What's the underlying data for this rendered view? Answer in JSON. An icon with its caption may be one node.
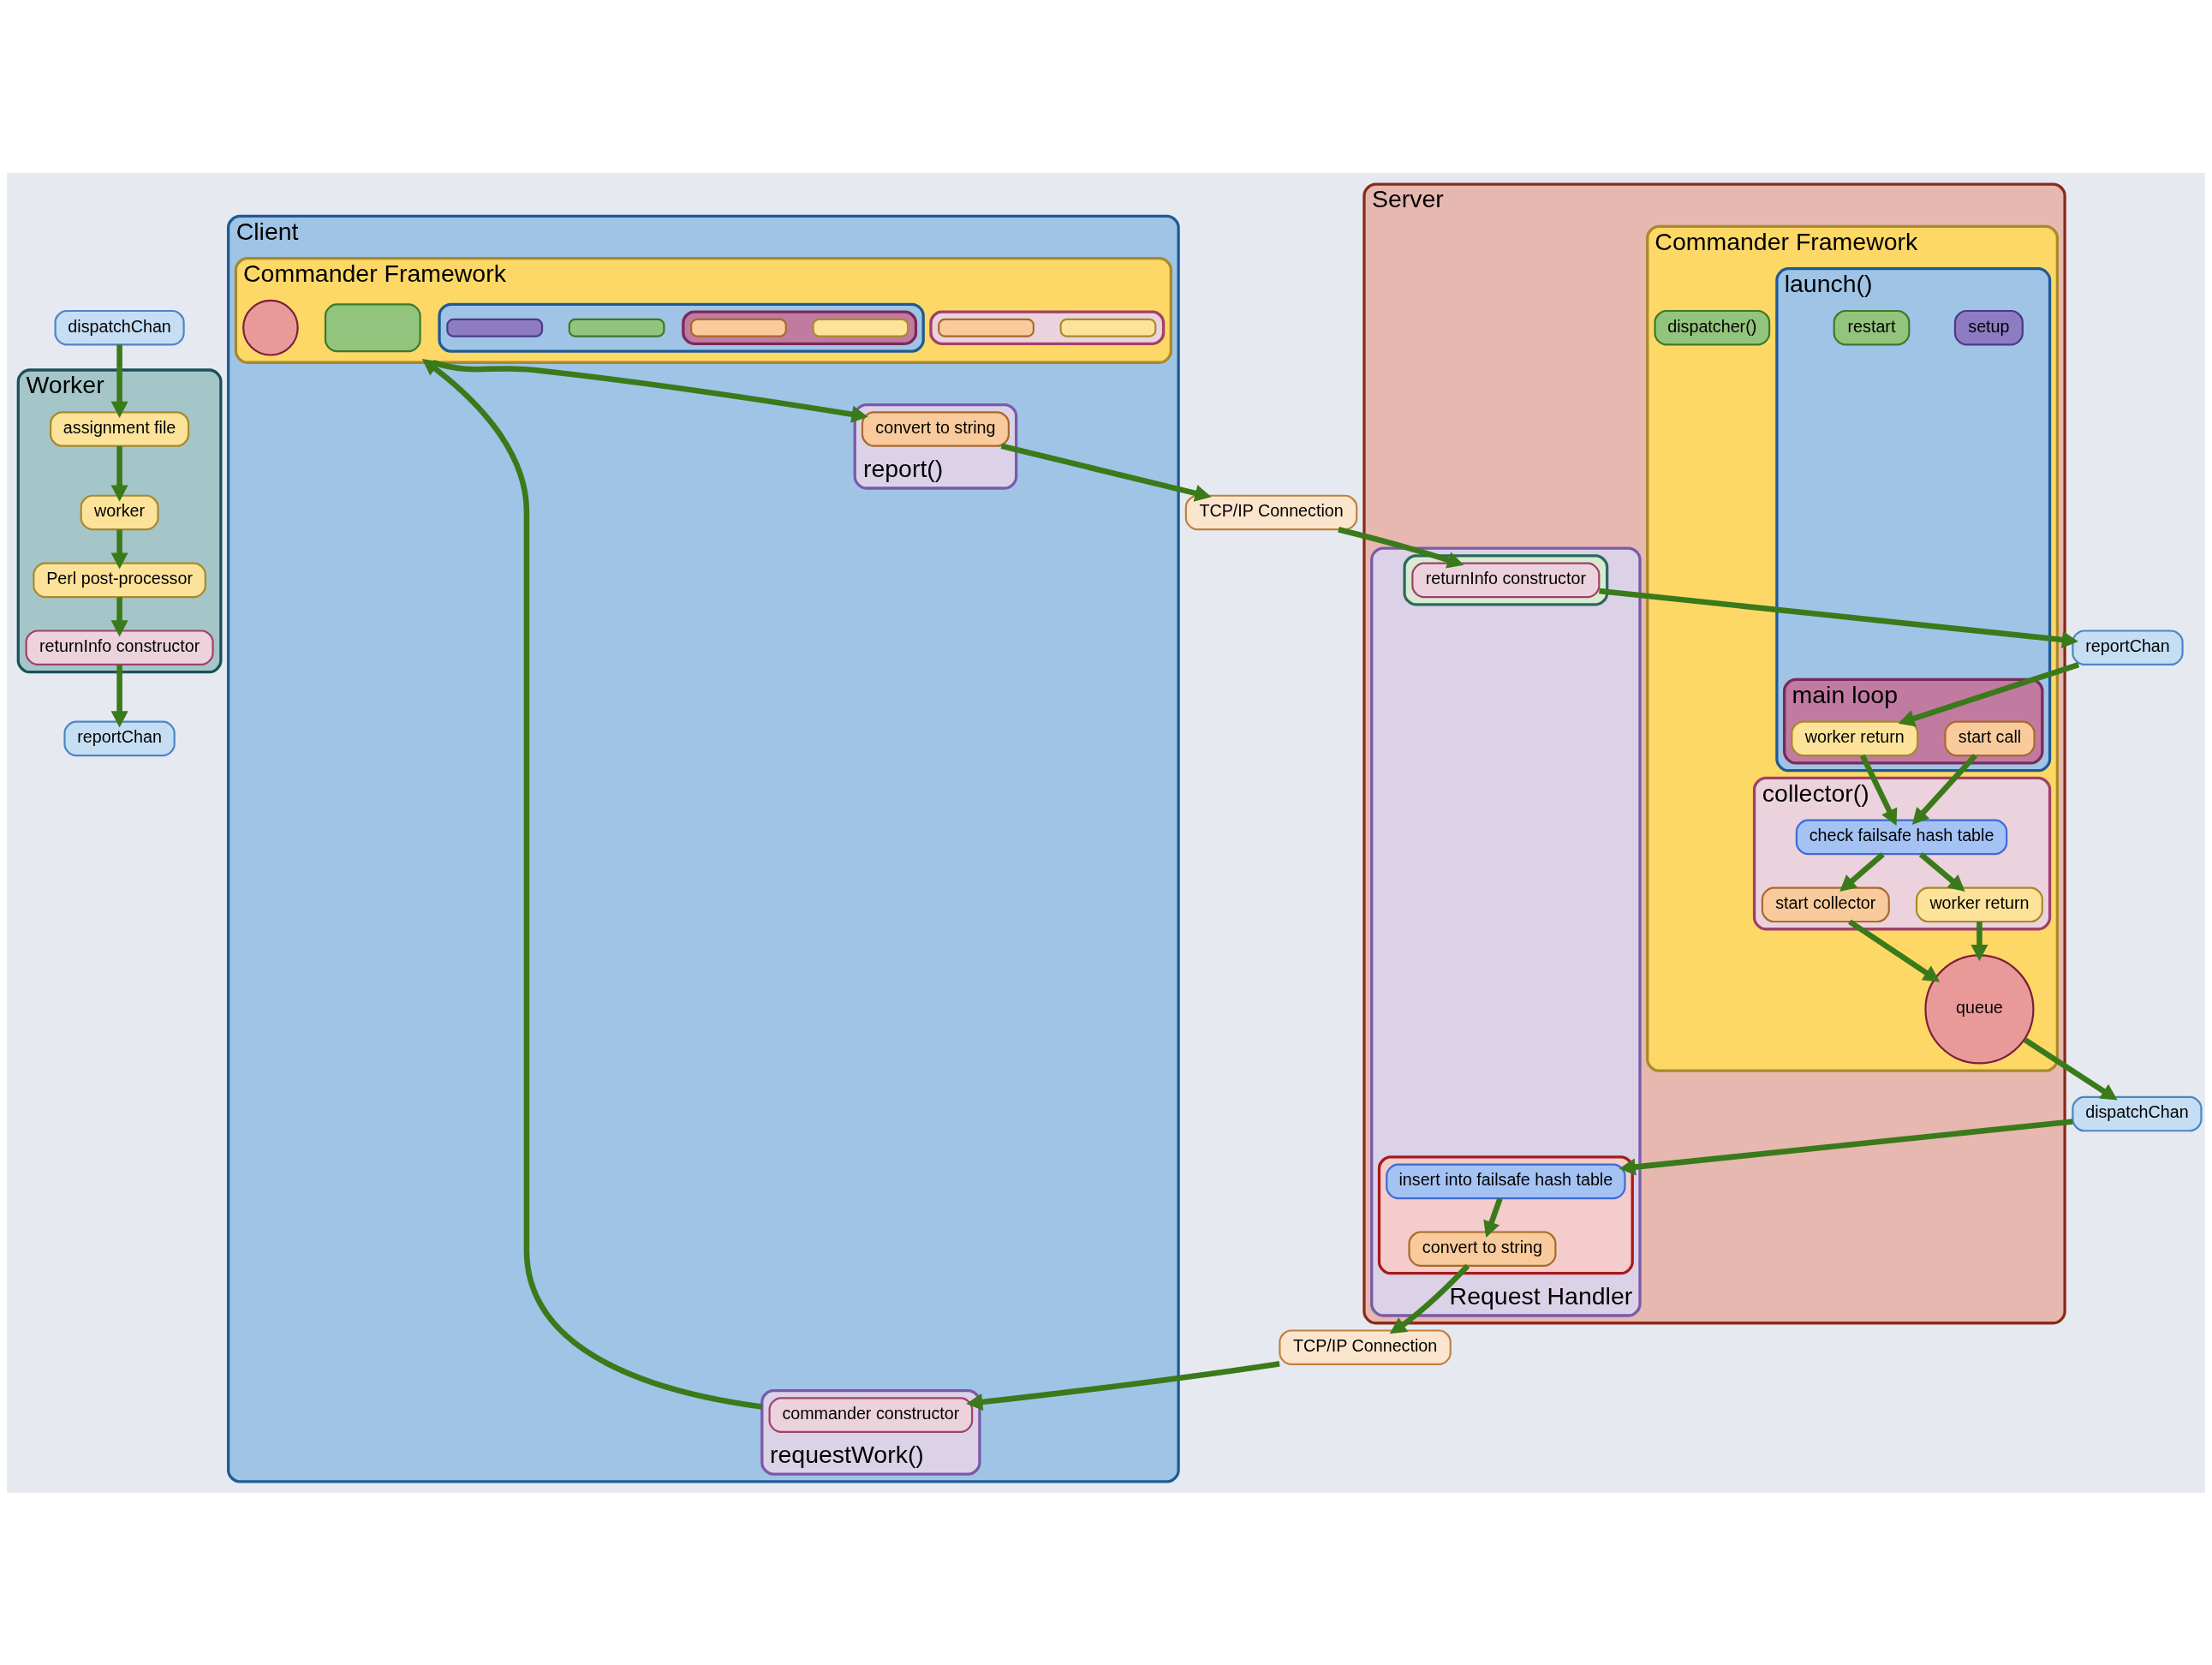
{
  "diagram": {
    "nodes": [
      {
        "text": [
          "Worker"
        ]
      },
      {
        "text": [
          "assignment file"
        ],
        "in": 0
      },
      {
        "text": [
          "worker"
        ],
        "in": 0
      },
      {
        "text": [
          "Perl post-processor"
        ],
        "in": 0
      },
      {
        "text": [
          "returnInfo constructor"
        ],
        "in": 0
      },
      {
        "text": [
          "dispatchChan"
        ]
      },
      {
        "text": [
          "reportChan"
        ]
      },
      {
        "text": [
          "Client"
        ]
      },
      {
        "text": [
          "Commander Framework"
        ],
        "in": 7
      },
      {
        "text": [],
        "shape": "box",
        "in": 8
      },
      {
        "text": [],
        "shape": "circle",
        "in": 8
      },
      {
        "text": [],
        "shape": "box",
        "in": 8
      },
      {
        "text": [],
        "shape": "bar",
        "in": 11
      },
      {
        "text": [],
        "shape": "bar",
        "in": 11
      },
      {
        "text": [],
        "shape": "box",
        "in": 8
      },
      {
        "text": [],
        "shape": "box",
        "in": 14
      },
      {
        "text": [],
        "shape": "bar",
        "in": 15
      },
      {
        "text": [],
        "shape": "bar",
        "in": 15
      },
      {
        "text": [],
        "shape": "bar",
        "in": 14
      },
      {
        "text": [],
        "shape": "bar",
        "in": 14
      },
      {
        "text": [
          "report()"
        ],
        "in": 7
      },
      {
        "text": [
          "convert to string"
        ],
        "in": 20
      },
      {
        "text": [
          "requestWork()"
        ],
        "in": 7
      },
      {
        "text": [
          "commander constructor"
        ],
        "in": 22
      },
      {
        "text": [
          "TCP/IP Connection"
        ]
      },
      {
        "text": [
          "TCP/IP Connection"
        ]
      },
      {
        "text": [
          "Server"
        ]
      },
      {
        "text": [
          "Commander Framework"
        ],
        "in": 26
      },
      {
        "text": [
          "launch()"
        ],
        "in": 27
      },
      {
        "text": [
          "setup"
        ],
        "in": 28
      },
      {
        "text": [
          "restart"
        ],
        "in": 28
      },
      {
        "text": [
          "main loop"
        ],
        "in": 28
      },
      {
        "text": [
          "start call"
        ],
        "in": 31
      },
      {
        "text": [
          "worker return"
        ],
        "in": 31
      },
      {
        "text": [
          "collector()"
        ],
        "in": 27
      },
      {
        "text": [
          "check failsafe hash table"
        ],
        "in": 34
      },
      {
        "text": [
          "start collector"
        ],
        "in": 34
      },
      {
        "text": [
          "worker return"
        ],
        "in": 34
      },
      {
        "text": [
          "queue"
        ],
        "in": 27
      },
      {
        "text": [
          "dispatcher()"
        ],
        "in": 27
      },
      {
        "text": [
          "reportChan"
        ]
      },
      {
        "text": [
          "dispatchChan"
        ]
      },
      {
        "text": [
          "Request Handler"
        ],
        "in": 26
      },
      {
        "text": [],
        "shape": "box",
        "in": 42
      },
      {
        "text": [
          "returnInfo constructor"
        ],
        "in": 43
      },
      {
        "text": [],
        "shape": "box",
        "in": 42
      },
      {
        "text": [
          "insert into failsafe hash table"
        ],
        "in": 45
      },
      {
        "text": [
          "convert to string"
        ],
        "in": 45
      }
    ],
    "edges": [
      {
        "from": 1,
        "to": 2,
        "arrow": "to"
      },
      {
        "from": 2,
        "to": 3,
        "arrow": "to"
      },
      {
        "from": 3,
        "to": 4,
        "arrow": "to"
      },
      {
        "from": 4,
        "to": 6,
        "arrow": "to"
      },
      {
        "from": 5,
        "to": 1,
        "arrow": "to"
      },
      {
        "from": 22,
        "to": 8,
        "arrow": "to"
      },
      {
        "from": 8,
        "to": 21,
        "arrow": "to"
      },
      {
        "from": 21,
        "to": 24,
        "arrow": "to"
      },
      {
        "from": 24,
        "to": 44,
        "arrow": "to"
      },
      {
        "from": 44,
        "to": 40,
        "arrow": "to"
      },
      {
        "from": 40,
        "to": 33,
        "arrow": "to"
      },
      {
        "from": 32,
        "to": 35,
        "arrow": "to"
      },
      {
        "from": 33,
        "to": 35,
        "arrow": "to"
      },
      {
        "from": 35,
        "to": 36,
        "arrow": "to"
      },
      {
        "from": 35,
        "to": 37,
        "arrow": "to"
      },
      {
        "from": 36,
        "to": 38,
        "arrow": "to"
      },
      {
        "from": 37,
        "to": 38,
        "arrow": "to"
      },
      {
        "from": 38,
        "to": 41,
        "arrow": "to"
      },
      {
        "from": 41,
        "to": 46,
        "arrow": "to"
      },
      {
        "from": 46,
        "to": 47,
        "arrow": "to"
      },
      {
        "from": 47,
        "to": 25,
        "arrow": "to"
      },
      {
        "from": 25,
        "to": 23,
        "arrow": "to"
      }
    ]
  }
}
